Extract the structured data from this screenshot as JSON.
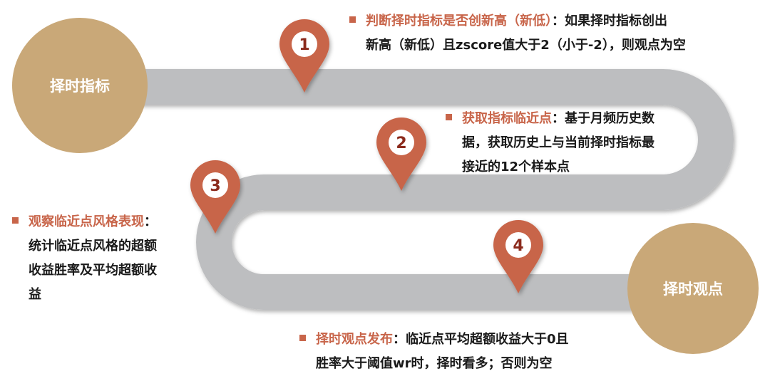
{
  "colors": {
    "road": "#bdbec0",
    "circle": "#c9a878",
    "pin": "#c8654a",
    "pin_number": "#8b2a1a",
    "highlight": "#c8654a"
  },
  "start_label": "择时指标",
  "end_label": "择时观点",
  "pins": [
    "1",
    "2",
    "3",
    "4"
  ],
  "steps": [
    {
      "title": "判断择时指标是否创新高（新低）",
      "sep": "：",
      "line1": "如果择时指标创出",
      "rest": [
        "新高（新低）且zscore值大于2（小于-2），则观点为空"
      ]
    },
    {
      "title": "获取指标临近点",
      "sep": "：",
      "line1": "基于月频历史数",
      "rest": [
        "据，获取历史上与当前择时指标最",
        "接近的12个样本点"
      ]
    },
    {
      "title": "观察临近点风格表现",
      "sep": "：",
      "line1": "",
      "rest": [
        "统计临近点风格的超额",
        "收益胜率及平均超额收",
        "益"
      ]
    },
    {
      "title": "择时观点发布",
      "sep": "：",
      "line1": "临近点平均超额收益大于0且",
      "rest": [
        "胜率大于阈值wr时，择时看多；否则为空"
      ]
    }
  ]
}
